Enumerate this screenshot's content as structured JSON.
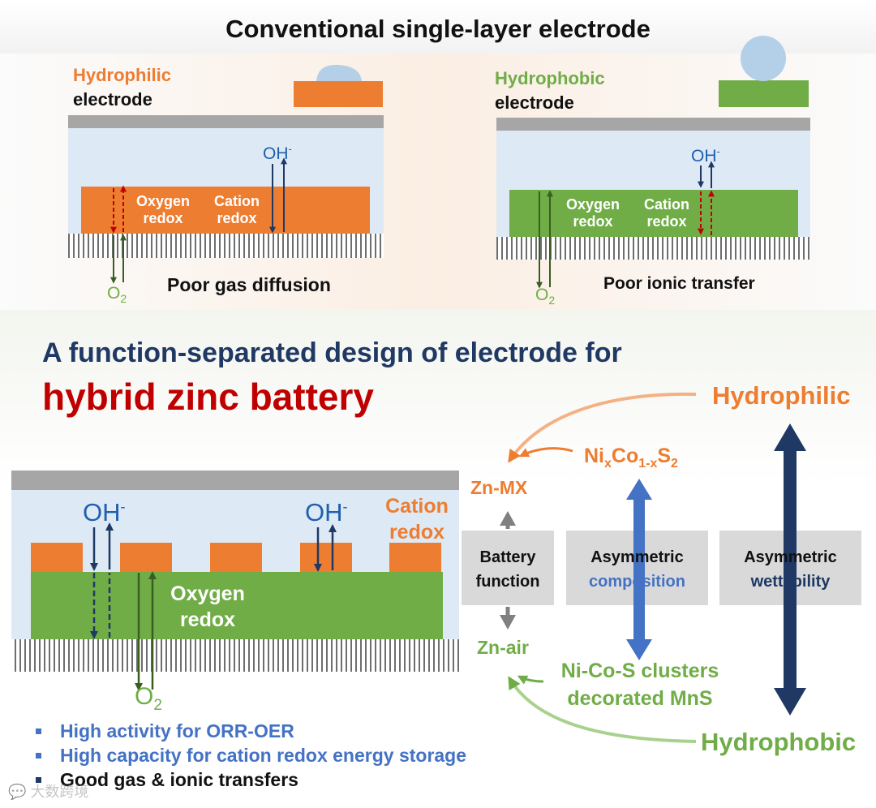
{
  "title": "Conventional single-layer electrode",
  "left_panel": {
    "label_line1": "Hydrophilic",
    "label_line2": "electrode",
    "redox_left_1": "Oxygen",
    "redox_left_2": "redox",
    "redox_right_1": "Cation",
    "redox_right_2": "redox",
    "oh": "OH",
    "oh_sup": "-",
    "o2": "O",
    "o2_sub": "2",
    "caption": "Poor gas diffusion"
  },
  "right_panel": {
    "label_line1": "Hydrophobic",
    "label_line2": "electrode",
    "redox_left_1": "Oxygen",
    "redox_left_2": "redox",
    "redox_right_1": "Cation",
    "redox_right_2": "redox",
    "oh": "OH",
    "oh_sup": "-",
    "o2": "O",
    "o2_sub": "2",
    "caption": "Poor ionic transfer"
  },
  "design": {
    "heading_line1": "A function-separated design of electrode for",
    "heading_line2": "hybrid zinc battery",
    "oh": "OH",
    "oh_sup": "-",
    "cation_1": "Cation",
    "cation_2": "redox",
    "oxygen_1": "Oxygen",
    "oxygen_2": "redox",
    "o2": "O",
    "o2_sub": "2"
  },
  "relations": {
    "hydrophilic": "Hydrophilic",
    "hydrophobic": "Hydrophobic",
    "nico_base": "Ni",
    "nico_x": "x",
    "nico_co": "Co",
    "nico_sub2": "1-x",
    "nico_s": "S",
    "nico_sub3": "2",
    "clusters_1": "Ni-Co-S clusters",
    "clusters_2": "decorated MnS",
    "zn_mx": "Zn-MX",
    "zn_air": "Zn-air",
    "box1_1": "Battery",
    "box1_2": "function",
    "box2_1": "Asymmetric",
    "box2_2": "composition",
    "box3_1": "Asymmetric",
    "box3_2": "wettability"
  },
  "bullets": [
    "High activity for ORR-OER",
    "High capacity for cation redox energy storage",
    "Good gas & ionic transfers"
  ],
  "watermark": "大数跨境",
  "colors": {
    "orange": "#ed7d31",
    "green": "#70ad47",
    "navy": "#1f3864",
    "red": "#c00000",
    "blue": "#4472c4",
    "dark_green": "#3a5d22",
    "electrolyte": "#dde9f5",
    "gray_bar": "#a6a6a6",
    "drop": "#b4cfe8"
  }
}
